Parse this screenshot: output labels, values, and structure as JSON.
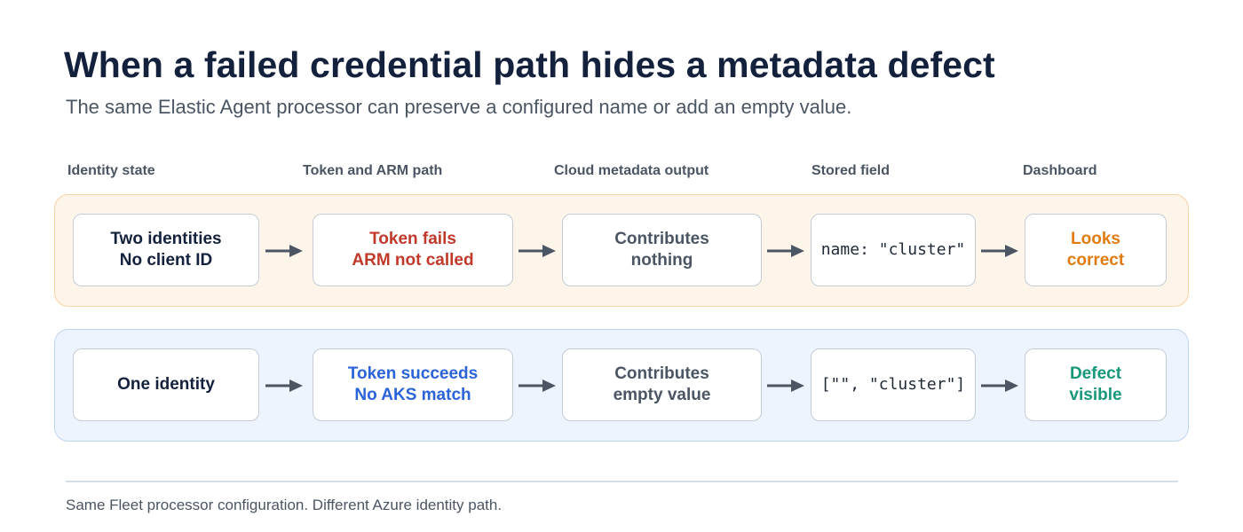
{
  "title": "When a failed credential path hides a metadata defect",
  "subtitle": "The same Elastic Agent processor can preserve a configured name or add an empty value.",
  "columns": [
    "Identity state",
    "Token and ARM path",
    "Cloud metadata output",
    "Stored field",
    "Dashboard"
  ],
  "rows": [
    {
      "identity": [
        "Two identities",
        "No client ID"
      ],
      "token": [
        "Token fails",
        "ARM not called"
      ],
      "metadata": [
        "Contributes",
        "nothing"
      ],
      "stored": "name: \"cluster\"",
      "dashboard": [
        "Looks",
        "correct"
      ]
    },
    {
      "identity": [
        "One identity"
      ],
      "token": [
        "Token succeeds",
        "No AKS match"
      ],
      "metadata": [
        "Contributes",
        "empty value"
      ],
      "stored": "[\"\", \"cluster\"]",
      "dashboard": [
        "Defect",
        "visible"
      ]
    }
  ],
  "footnote": "Same Fleet processor configuration. Different Azure identity path.",
  "colors": {
    "title": "#14213d",
    "lane_a_bg": "#fdf5ea",
    "lane_b_bg": "#edf4fd",
    "token_fail": "#c0392b",
    "token_success": "#2b63d9",
    "looks_correct": "#e07b12",
    "defect_visible": "#17977a",
    "arrow": "#4b5563"
  },
  "icons": [
    "arrow-right-icon"
  ]
}
